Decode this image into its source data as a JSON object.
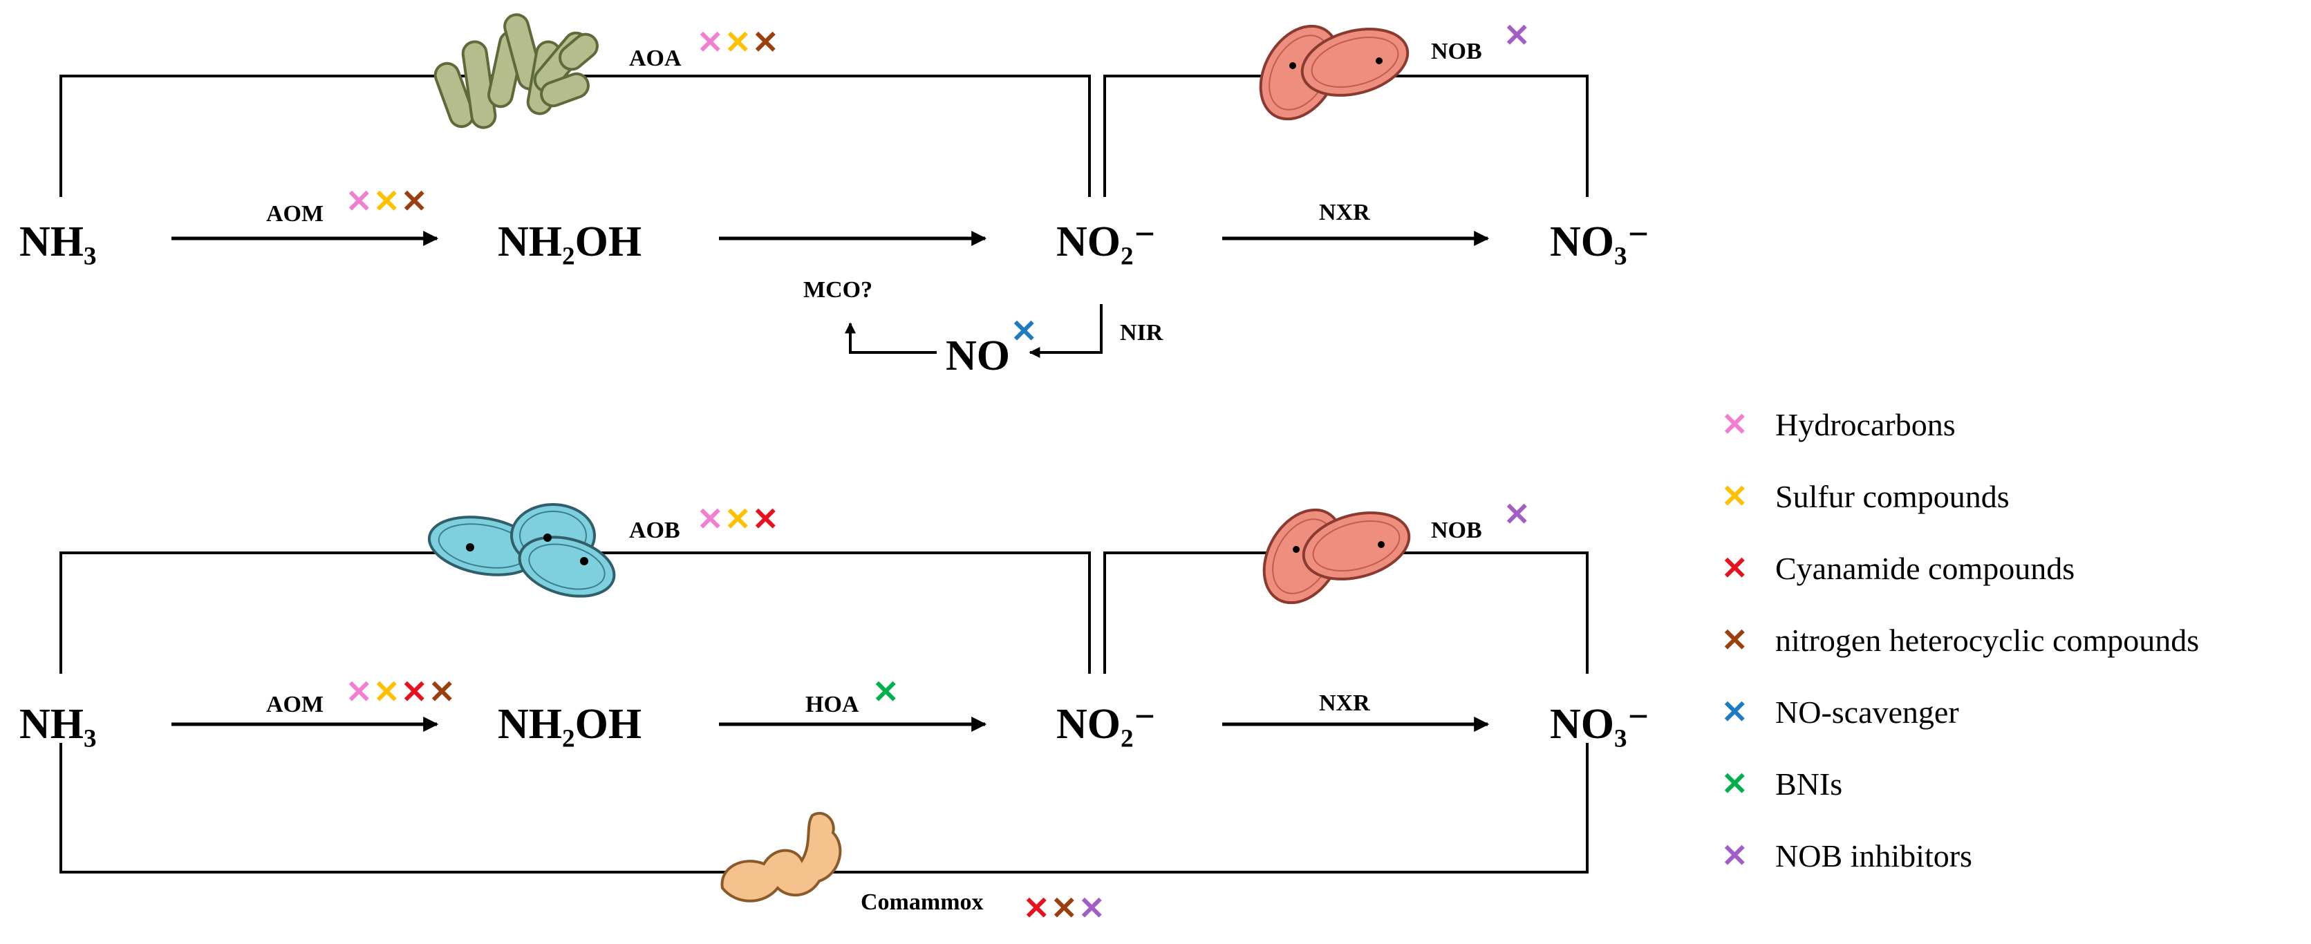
{
  "colors": {
    "hydrocarbons": "#f27ed2",
    "sulfur": "#ffc000",
    "cyanamide": "#e8101c",
    "heterocyclic": "#9a3f0d",
    "no_scavenger": "#1d7bc2",
    "bni": "#00b050",
    "nob_inhibitor": "#a25ec4",
    "aoa_cell": "#b5bd8c",
    "aob_cell": "#7fd0de",
    "nob_cell": "#ee8e7e",
    "comammox_cell": "#f5c18d"
  },
  "top": {
    "nh3": "NH₃",
    "nh2oh": "NH₂OH",
    "no2": "NO₂⁻",
    "no3": "NO₃⁻",
    "no": "NO",
    "aom": "AOM",
    "nxr": "NXR",
    "nir": "NIR",
    "mco": "MCO?",
    "aoa": "AOA",
    "nob": "NOB"
  },
  "bottom": {
    "nh3": "NH₃",
    "nh2oh": "NH₂OH",
    "no2": "NO₂⁻",
    "no3": "NO₃⁻",
    "aom": "AOM",
    "hoa": "HOA",
    "nxr": "NXR",
    "aob": "AOB",
    "nob": "NOB",
    "comammox": "Comammox"
  },
  "legend": [
    {
      "label": "Hydrocarbons",
      "color_key": "hydrocarbons"
    },
    {
      "label": "Sulfur compounds",
      "color_key": "sulfur"
    },
    {
      "label": "Cyanamide compounds",
      "color_key": "cyanamide"
    },
    {
      "label": "nitrogen heterocyclic compounds",
      "color_key": "heterocyclic"
    },
    {
      "label": "NO-scavenger",
      "color_key": "no_scavenger"
    },
    {
      "label": "BNIs",
      "color_key": "bni"
    },
    {
      "label": "NOB inhibitors",
      "color_key": "nob_inhibitor"
    }
  ]
}
